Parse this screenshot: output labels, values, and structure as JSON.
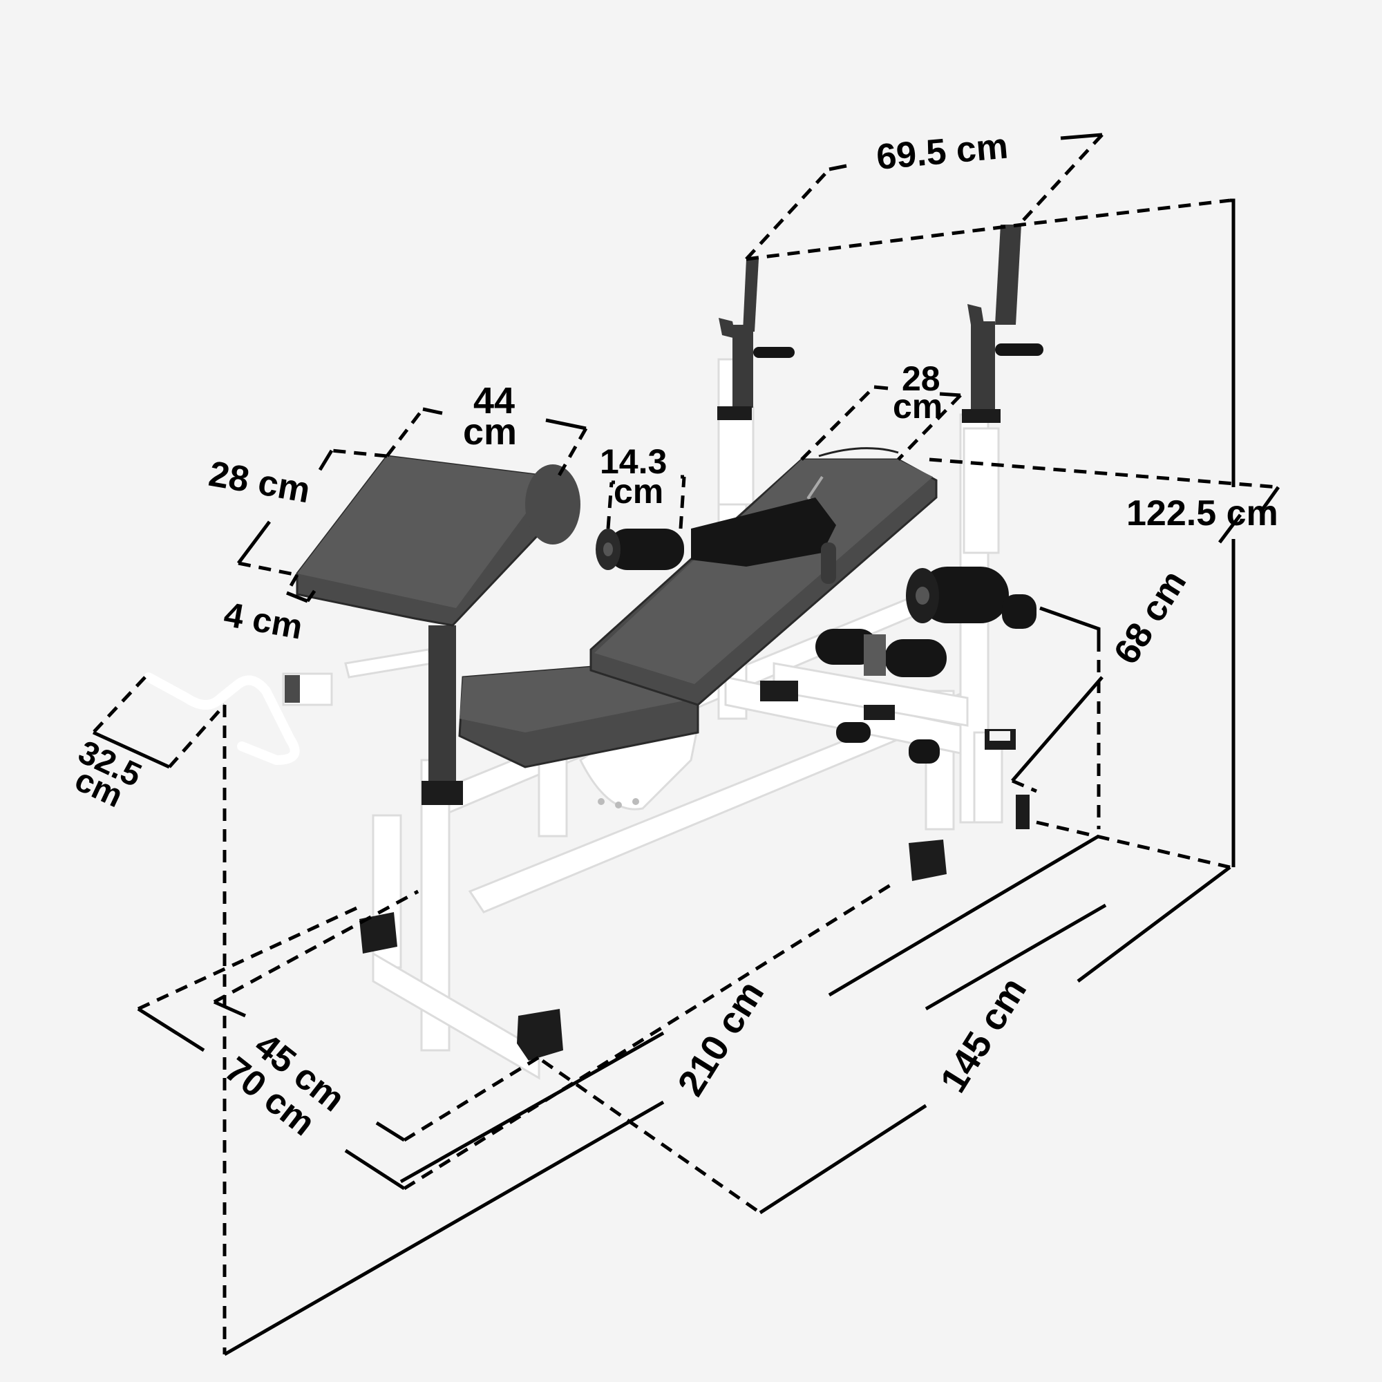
{
  "diagram": {
    "subject": "Multi-function weight bench with preacher curl pad, leg developer and barbell rack",
    "background_color": "#f4f4f4",
    "line_color": "#000000",
    "frame_color": "#ffffff",
    "pad_color": "#4a4a4a",
    "unit": "cm"
  },
  "dimensions": {
    "rack_width": {
      "label": "69.5 cm",
      "value": 69.5
    },
    "total_height": {
      "label": "122.5 cm",
      "value": 122.5
    },
    "backrest_width": {
      "value": 28,
      "line1": "28",
      "line2": "cm"
    },
    "preacher_pad_length": {
      "value": 44,
      "line1": "44",
      "line2": "cm"
    },
    "preacher_pad_depth": {
      "label": "28 cm",
      "value": 28
    },
    "preacher_pad_thickness": {
      "label": "4 cm",
      "value": 4
    },
    "roller_length": {
      "value": 14.3,
      "line1": "14.3",
      "line2": "cm"
    },
    "curl_bar_width": {
      "value": 32.5,
      "line1": "32.5",
      "line2": "cm"
    },
    "leg_developer_height": {
      "label": "68 cm",
      "value": 68
    },
    "seat_height": {
      "label": "45 cm",
      "value": 45
    },
    "front_width": {
      "label": "70 cm",
      "value": 70
    },
    "length_bench": {
      "label": "210 cm",
      "value": 210
    },
    "depth_total": {
      "label": "145 cm",
      "value": 145
    }
  },
  "parts": [
    {
      "id": "preacher-pad",
      "name": "Preacher curl pad"
    },
    {
      "id": "seat-pad",
      "name": "Seat pad"
    },
    {
      "id": "backrest-pad",
      "name": "Adjustable backrest"
    },
    {
      "id": "barbell-rack",
      "name": "Barbell rack uprights with J-hooks"
    },
    {
      "id": "leg-developer",
      "name": "Leg developer rollers"
    },
    {
      "id": "curl-bar",
      "name": "EZ curl handle"
    },
    {
      "id": "base-frame",
      "name": "White steel base frame"
    }
  ]
}
